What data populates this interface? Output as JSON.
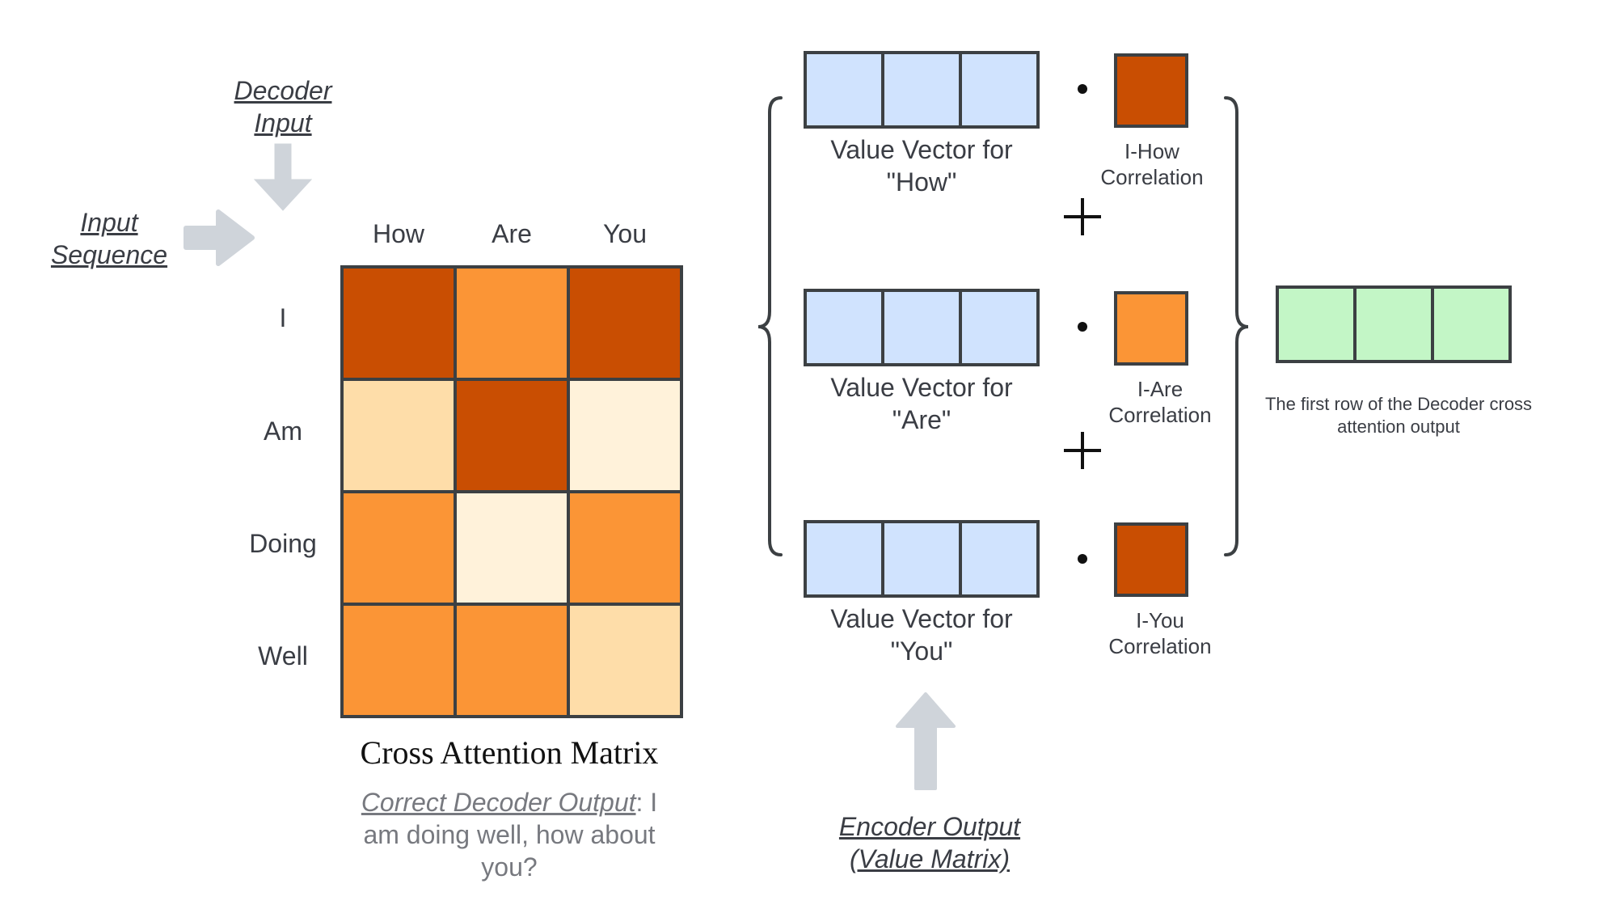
{
  "decoder_input": {
    "line1": "Decoder",
    "line2": "Input"
  },
  "input_sequence": {
    "line1": "Input",
    "line2": "Sequence"
  },
  "matrix": {
    "columns": [
      "How",
      "Are",
      "You"
    ],
    "rows": [
      "I",
      "Am",
      "Doing",
      "Well"
    ],
    "cell_colors": [
      [
        "#c94e02",
        "#fb9536",
        "#c94e02"
      ],
      [
        "#fedda9",
        "#c94e02",
        "#fff2da"
      ],
      [
        "#fb9536",
        "#fff2da",
        "#fb9536"
      ],
      [
        "#fb9536",
        "#fb9536",
        "#fedda9"
      ]
    ],
    "title": "Cross Attention Matrix"
  },
  "correct_output": {
    "label": "Correct Decoder Output",
    "line1_rest": ": I",
    "line2": "am doing well, how about",
    "line3": "you?"
  },
  "value_vectors": [
    {
      "line1": "Value Vector for",
      "line2": "\"How\"",
      "corr_line1": "I-How",
      "corr_line2": "Correlation",
      "corr_color": "#c94e02"
    },
    {
      "line1": "Value Vector for",
      "line2": "\"Are\"",
      "corr_line1": "I-Are",
      "corr_line2": "Correlation",
      "corr_color": "#fb9536"
    },
    {
      "line1": "Value Vector for",
      "line2": "\"You\"",
      "corr_line1": "I-You",
      "corr_line2": "Correlation",
      "corr_color": "#c94e02"
    }
  ],
  "encoder_output": {
    "line1": "Encoder Output",
    "line2": "(Value Matrix)"
  },
  "result": {
    "line1": "The first row of the Decoder cross",
    "line2": "attention output"
  },
  "colors": {
    "value_vector_fill": "#d0e3fe",
    "result_fill": "#c3f6c6",
    "stroke": "#3c4043",
    "arrow": "#cfd4da"
  }
}
